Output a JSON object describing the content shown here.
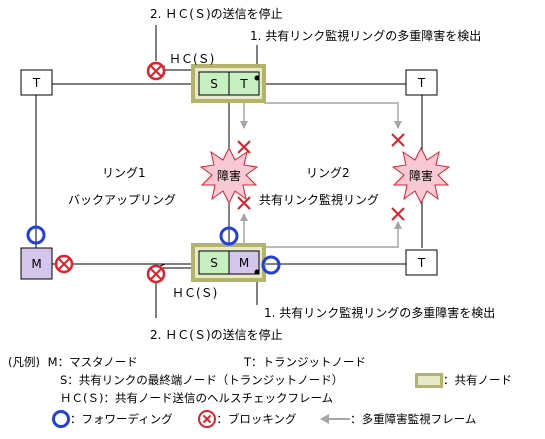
{
  "annotations": {
    "stop_top": "2. ＨＣ(Ｓ)の送信を停止",
    "detect_top": "1. 共有リンク監視リングの多重障害を検出",
    "hc_top": "ＨＣ(Ｓ)",
    "hc_bottom": "ＨＣ(Ｓ)",
    "detect_bottom": "1. 共有リンク監視リングの多重障害を検出",
    "stop_bottom": "2. ＨＣ(Ｓ)の送信を停止"
  },
  "rings": {
    "ring1": "リング1",
    "ring2": "リング2",
    "backup_ring": "バックアップリング",
    "shared_monitor_ring": "共有リンク監視リング"
  },
  "nodes": {
    "t_left": "T",
    "t_right_top": "T",
    "t_right_bottom": "T",
    "m_left": "M",
    "shared_top_s": "S",
    "shared_top_t": "T",
    "shared_bottom_s": "S",
    "shared_bottom_m": "M"
  },
  "faults": {
    "center": "障害",
    "right": "障害"
  },
  "legend": {
    "title": "(凡例)",
    "m_def": "M：マスタノード",
    "t_def": "T：トランジットノード",
    "s_def": "S：共有リンクの最終端ノード（トランジットノード）",
    "shared_node": "：共有ノード",
    "hc_def": "ＨＣ(Ｓ)：共有ノード送信のヘルスチェックフレーム",
    "forwarding": "：フォワーディング",
    "blocking": "：ブロッキング",
    "multi_fault_frame": "：多重障害監視フレーム"
  },
  "colors": {
    "shared_node_border": "#b3b46a",
    "shared_node_fill": "#e8e9c8",
    "s_fill": "#c6f0c0",
    "t_fill": "#c6f0c0",
    "m_fill": "#d4c5ea",
    "forwarding": "#1f3fe0",
    "blocking": "#e0202a",
    "fault_burst": "#f7c9d4",
    "fault_cross": "#e0202a",
    "monitor_arrow": "#a6a6a6"
  }
}
